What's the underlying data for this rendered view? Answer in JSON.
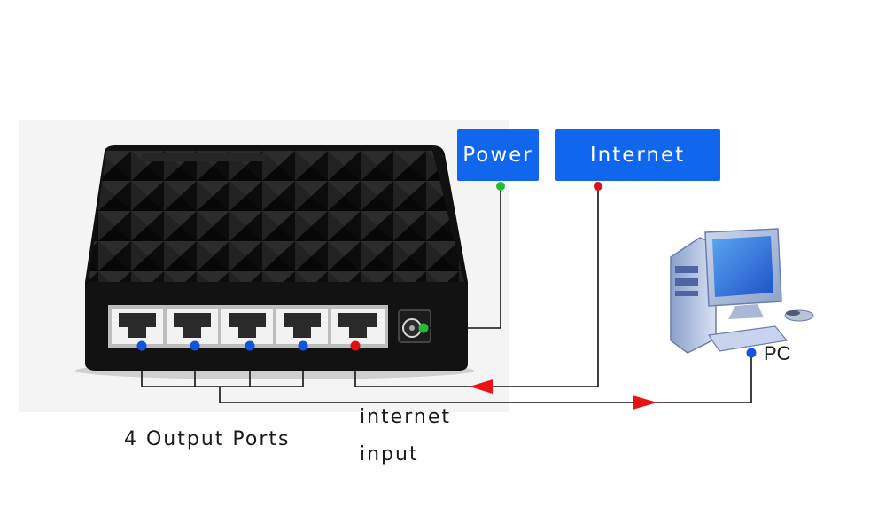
{
  "labels": {
    "power": "Power",
    "internet": "Internet",
    "output_ports": "4 Output Ports",
    "internet_input_line1": "internet",
    "internet_input_line2": "input",
    "pc": "PC"
  },
  "colors": {
    "label_box": "#1166ee",
    "output_port_dot": "#1155dd",
    "input_port_dot": "#dd1111",
    "power_dot": "#22bb33",
    "pc_dot": "#1155dd",
    "arrow": "#ee1111",
    "switch_body": "#141414"
  },
  "icons": {
    "device": "ethernet-switch-photo",
    "computer": "desktop-pc-icon"
  },
  "switch": {
    "port_count": 5,
    "output_ports": 4,
    "input_ports": 1
  }
}
